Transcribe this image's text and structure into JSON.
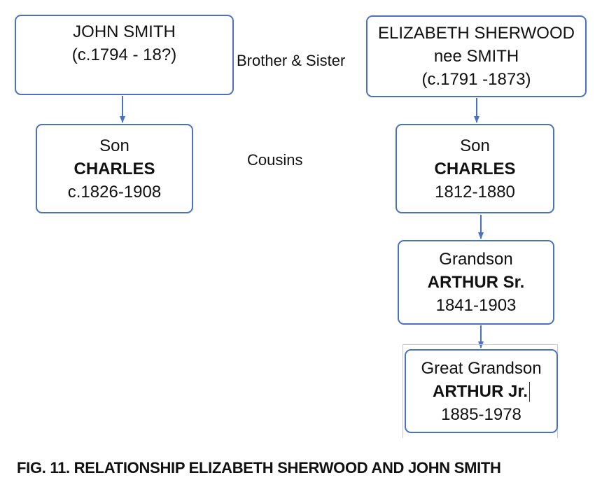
{
  "boxes": {
    "john": {
      "line1": "JOHN SMITH",
      "line2": "(c.1794 - 18?)"
    },
    "elizabeth": {
      "line1": "ELIZABETH SHERWOOD",
      "line2": "nee SMITH",
      "line3": "(c.1791 -1873)"
    },
    "charles_john": {
      "relation": "Son",
      "name": "CHARLES",
      "dates": "c.1826-1908"
    },
    "charles_eliz": {
      "relation": "Son",
      "name": "CHARLES",
      "dates": "1812-1880"
    },
    "arthur_sr": {
      "relation": "Grandson",
      "name": "ARTHUR Sr.",
      "dates": "1841-1903"
    },
    "arthur_jr": {
      "relation": "Great Grandson",
      "name": "ARTHUR Jr.",
      "dates": "1885-1978"
    }
  },
  "labels": {
    "siblings": "Brother & Sister",
    "cousins": "Cousins"
  },
  "caption": "FIG. 11.  RELATIONSHIP ELIZABETH SHERWOOD AND JOHN SMITH",
  "colors": {
    "border": "#4a72c4",
    "arrow": "#4a72c4"
  }
}
